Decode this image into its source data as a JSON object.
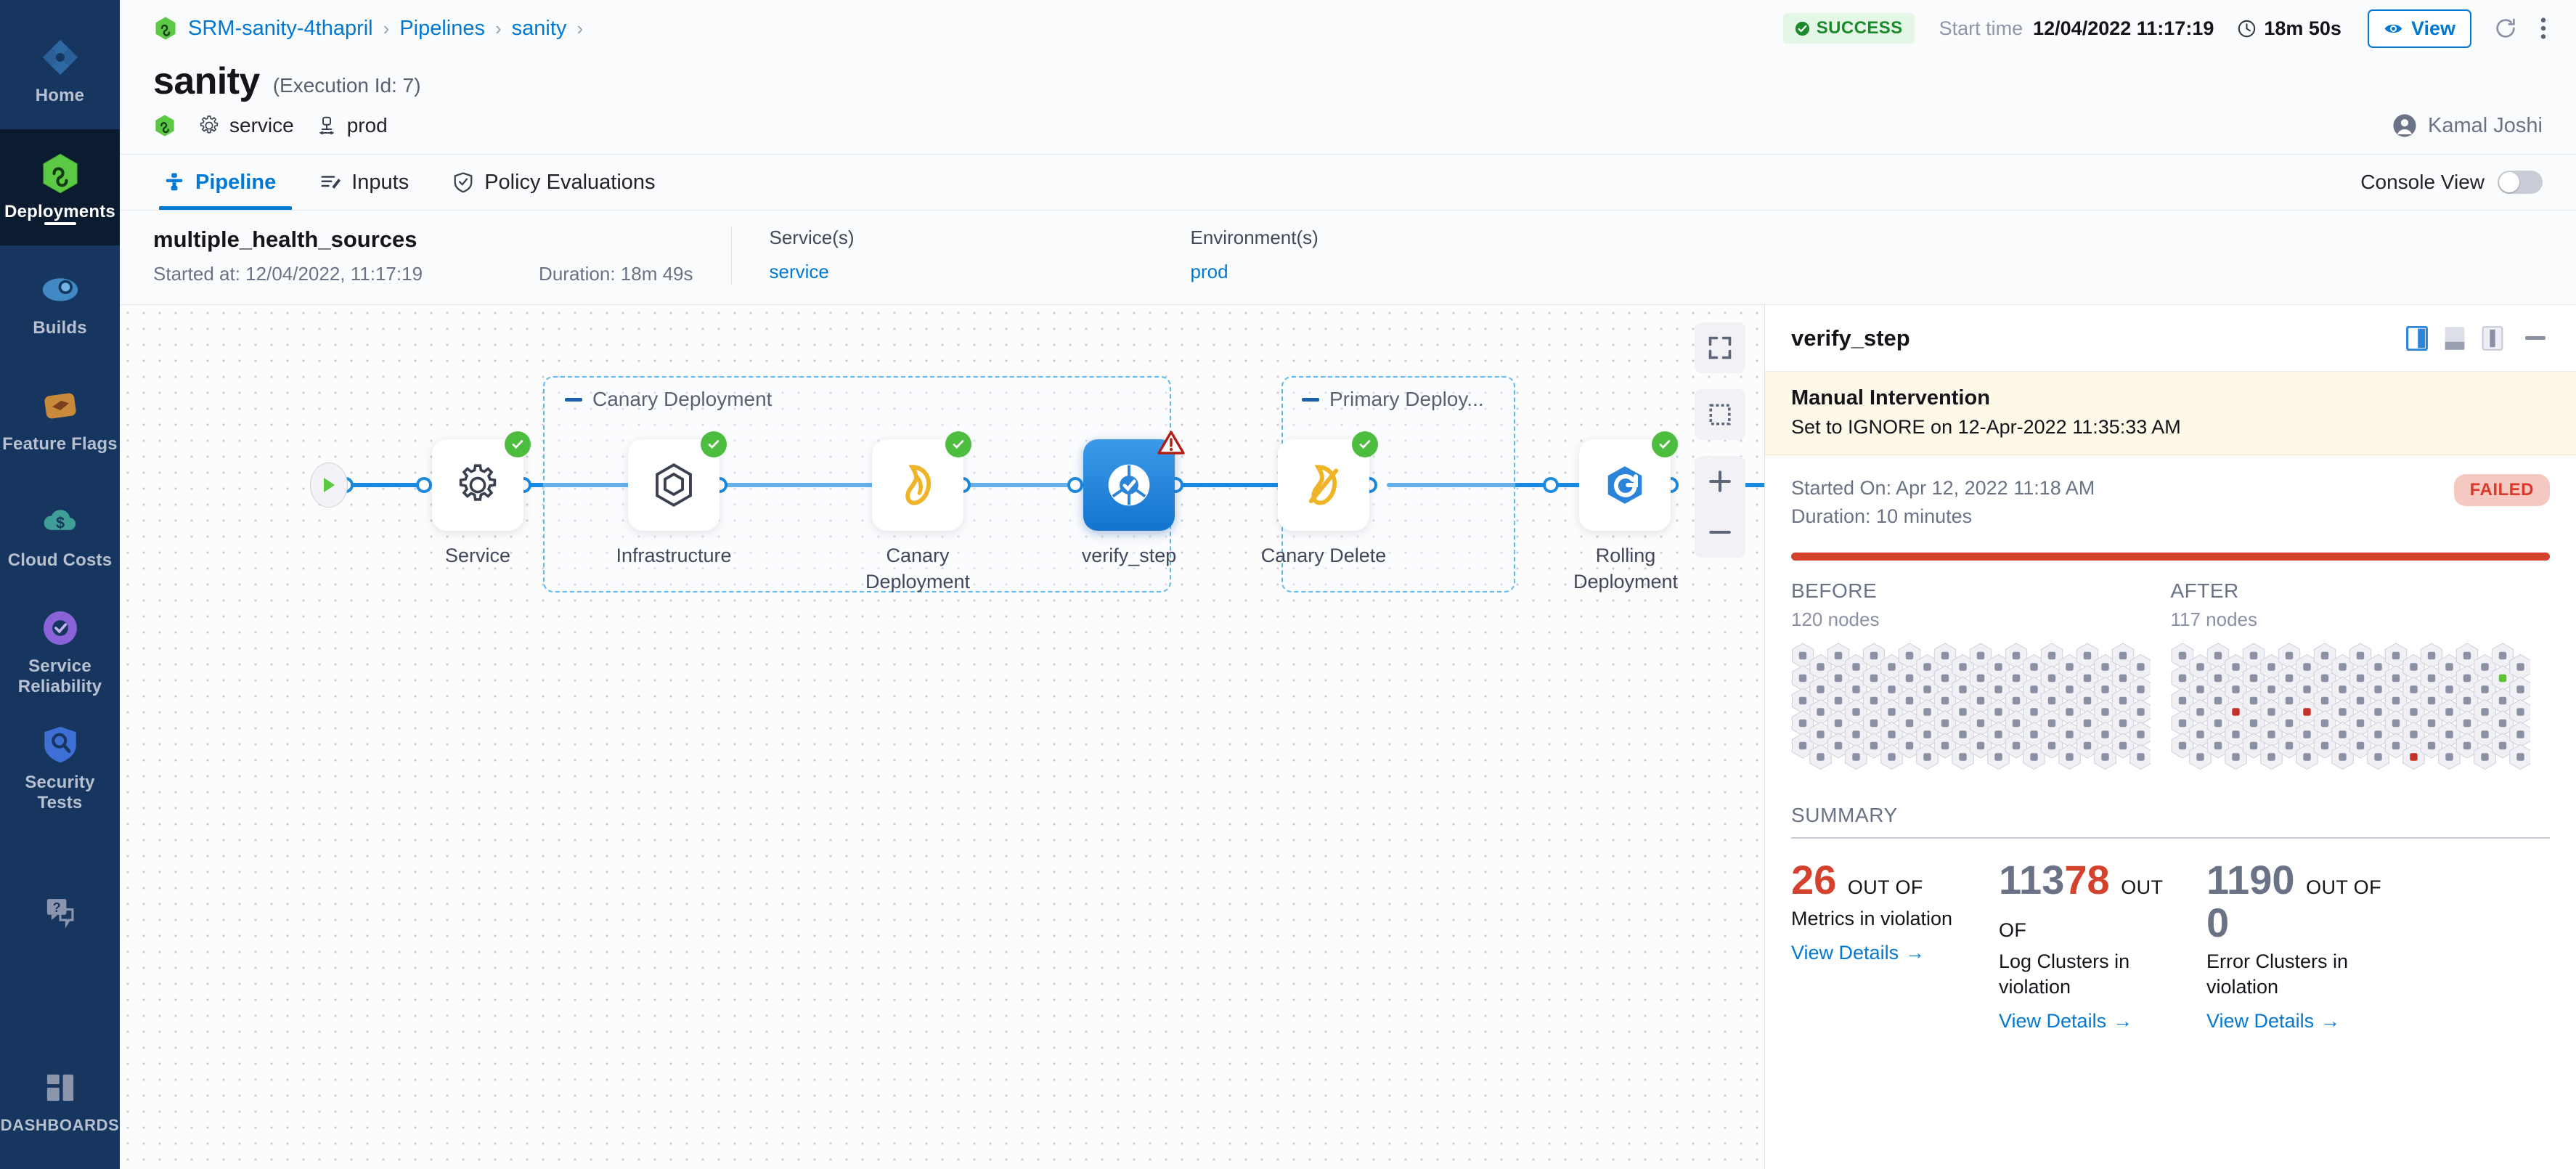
{
  "sidebar": {
    "items": [
      {
        "label": "Home",
        "icon": "home-grid-icon",
        "active": false
      },
      {
        "label": "Deployments",
        "icon": "deployments-hex-infinity-icon",
        "active": true
      },
      {
        "label": "Builds",
        "icon": "builds-icon",
        "active": false
      },
      {
        "label": "Feature Flags",
        "icon": "feature-flags-icon",
        "active": false
      },
      {
        "label": "Cloud Costs",
        "icon": "cloud-costs-icon",
        "active": false
      },
      {
        "label": "Service Reliability",
        "icon": "service-reliability-icon",
        "active": false
      },
      {
        "label": "Security Tests",
        "icon": "security-tests-shield-icon",
        "active": false
      }
    ],
    "help": {
      "label": "",
      "icon": "help-chat-icon"
    },
    "dashboards": {
      "label": "DASHBOARDS",
      "icon": "dashboards-grid-icon"
    }
  },
  "breadcrumb": {
    "project_icon": "hex-infinity-icon",
    "items": [
      "SRM-sanity-4thapril",
      "Pipelines",
      "sanity"
    ],
    "separator": "›"
  },
  "header": {
    "status_badge": "SUCCESS",
    "status_color": "#1b8a2b",
    "start_time_label": "Start time",
    "start_time_value": "12/04/2022 11:17:19",
    "duration_value": "18m 50s",
    "view_button": "View",
    "refresh_icon": "refresh-icon",
    "more_icon": "more-vertical-icon"
  },
  "title": {
    "name": "sanity",
    "execution_id": "(Execution Id: 7)"
  },
  "meta": {
    "status_icon": "hex-infinity-icon",
    "service_icon": "gear-icon",
    "service": "service",
    "env_icon": "environment-icon",
    "environment": "prod",
    "user_icon": "user-avatar-icon",
    "user_name": "Kamal Joshi"
  },
  "tabs": {
    "items": [
      {
        "label": "Pipeline",
        "icon": "pipeline-icon",
        "active": true
      },
      {
        "label": "Inputs",
        "icon": "inputs-icon",
        "active": false
      },
      {
        "label": "Policy Evaluations",
        "icon": "policy-shield-check-icon",
        "active": false
      }
    ],
    "console_view_label": "Console View",
    "console_view_on": false
  },
  "execution_strip": {
    "stage_name": "multiple_health_sources",
    "started_at": "Started at: 12/04/2022, 11:17:19",
    "duration": "Duration: 18m 49s",
    "services_label": "Service(s)",
    "services_value": "service",
    "environments_label": "Environment(s)",
    "environments_value": "prod"
  },
  "canvas": {
    "tools": [
      {
        "name": "fullscreen-icon"
      },
      {
        "name": "select-area-icon"
      },
      {
        "name": "zoom-in-icon"
      },
      {
        "name": "zoom-out-icon"
      }
    ],
    "start_node": "start-play-node",
    "end_node": "end-stop-node",
    "groups": [
      {
        "title": "Canary Deployment"
      },
      {
        "title": "Primary Deploy..."
      }
    ],
    "nodes": [
      {
        "label": "Service",
        "icon": "gear-icon",
        "status": "success",
        "selected": false
      },
      {
        "label": "Infrastructure",
        "icon": "infrastructure-hex-icon",
        "status": "success",
        "selected": false
      },
      {
        "label": "Canary Deployment",
        "icon": "canary-bird-icon",
        "status": "success",
        "selected": false
      },
      {
        "label": "verify_step",
        "icon": "verify-icon",
        "status": "warning",
        "selected": true
      },
      {
        "label": "Canary Delete",
        "icon": "canary-delete-icon",
        "status": "success",
        "selected": false
      },
      {
        "label": "Rolling Deployment",
        "icon": "rolling-deployment-icon",
        "status": "success",
        "selected": false
      }
    ]
  },
  "panel": {
    "title": "verify_step",
    "view_icons": [
      "panel-right-icon",
      "panel-bottom-icon",
      "panel-maximize-icon"
    ],
    "minimize_icon": "minimize-icon",
    "banner": {
      "title": "Manual Intervention",
      "subtitle": "Set to IGNORE on 12-Apr-2022 11:35:33 AM"
    },
    "run": {
      "started_on": "Started On: Apr 12, 2022 11:18 AM",
      "duration": "Duration: 10 minutes",
      "status": "FAILED",
      "status_color": "#d93a2b"
    },
    "before": {
      "title": "BEFORE",
      "nodes": "120 nodes",
      "count": 120
    },
    "after": {
      "title": "AFTER",
      "nodes": "117 nodes",
      "count": 117
    },
    "summary_label": "SUMMARY",
    "metrics": [
      {
        "value": "26",
        "value_color": "#d4422e",
        "out_of_label": "OUT OF",
        "total": "",
        "description": "Metrics in violation",
        "link": "View Details",
        "link_arrow": "→"
      },
      {
        "value_gray": "113",
        "value_red": "78",
        "out_of_label": "OUT OF",
        "total": "",
        "description": "Log Clusters in violation",
        "link": "View Details",
        "link_arrow": "→"
      },
      {
        "value": "1190",
        "value_color": "#6a7385",
        "out_of_label": "OUT OF",
        "total": "0",
        "description": "Error Clusters in violation",
        "link": "View Details",
        "link_arrow": "→"
      }
    ]
  },
  "node_grid": {
    "before_colored": [],
    "after_colored": [
      {
        "col": 3,
        "row": 2,
        "color": "#c23228"
      },
      {
        "col": 7,
        "row": 2,
        "color": "#c23228"
      },
      {
        "col": 18,
        "row": 1,
        "color": "#5bc236"
      },
      {
        "col": 13,
        "row": 4,
        "color": "#c23228"
      }
    ],
    "default_dot_color": "#8b90a4",
    "hex_fill": "#f0f0f5",
    "hex_stroke": "#c9ccd8"
  }
}
